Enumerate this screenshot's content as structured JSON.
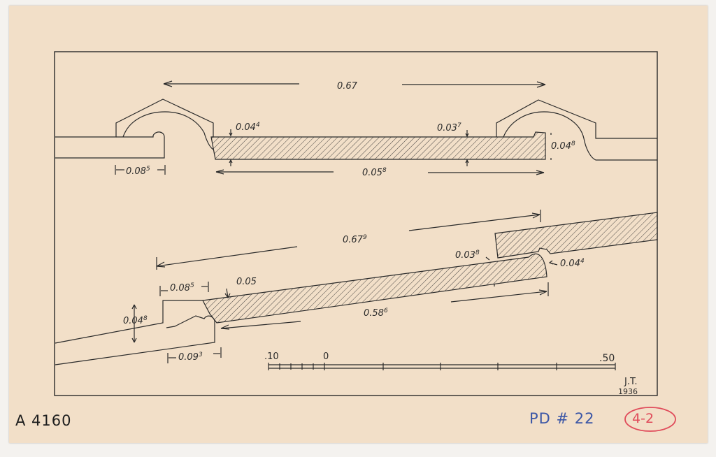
{
  "dims": {
    "top_overall": "0.67",
    "top_left_gap": "0.08",
    "top_left_gap_sup": "5",
    "top_thickness_left": "0.04",
    "top_thickness_left_sup": "4",
    "top_thickness_mid": "0.03",
    "top_thickness_mid_sup": "7",
    "top_thickness_right": "0.04",
    "top_thickness_right_sup": "8",
    "top_length": "0.05",
    "top_length_sup": "8",
    "bot_overall": "0.67",
    "bot_overall_sup": "9",
    "bot_gap": "0.08",
    "bot_gap_sup": "5",
    "bot_lip": "0.05",
    "bot_left_height": "0.04",
    "bot_left_height_sup": "8",
    "bot_lower_gap": "0.09",
    "bot_lower_gap_sup": "3",
    "bot_length": "0.58",
    "bot_length_sup": "6",
    "bot_end_gap": "0.03",
    "bot_end_gap_sup": "8",
    "bot_right_thickness": "0.04",
    "bot_right_thickness_sup": "4"
  },
  "scale": {
    "left": ".10",
    "zero": "0",
    "right": ".50"
  },
  "signature": {
    "initials": "J.T.",
    "year": "1936"
  },
  "catalog": {
    "number": "A 4160",
    "pd": "PD # 22",
    "sheet": "4-2"
  }
}
